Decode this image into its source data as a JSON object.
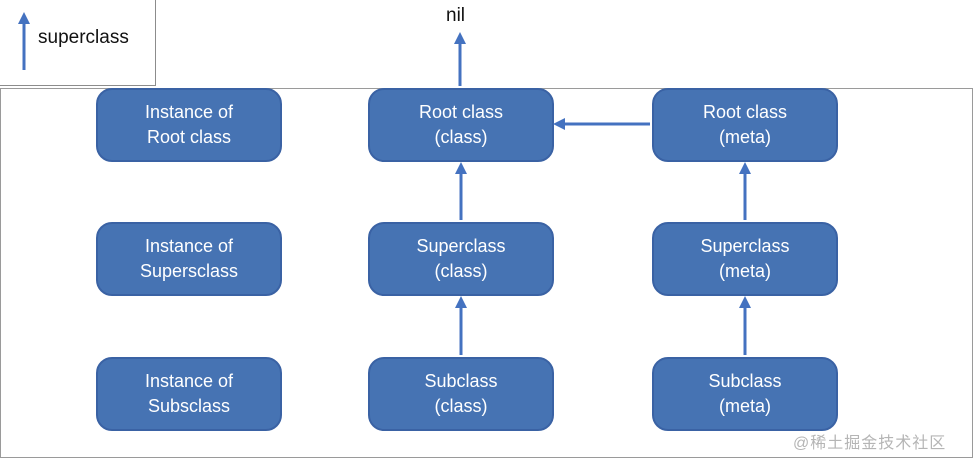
{
  "legend": {
    "label": "superclass"
  },
  "nil_label": "nil",
  "diagram": {
    "nodes": [
      {
        "id": "instance-root-class",
        "line1": "Instance of",
        "line2": "Root class"
      },
      {
        "id": "root-class",
        "line1": "Root class",
        "line2": "(class)"
      },
      {
        "id": "root-meta",
        "line1": "Root class",
        "line2": "(meta)"
      },
      {
        "id": "instance-supersclass",
        "line1": "Instance of",
        "line2": "Supersclass"
      },
      {
        "id": "superclass-class",
        "line1": "Superclass",
        "line2": "(class)"
      },
      {
        "id": "superclass-meta",
        "line1": "Superclass",
        "line2": "(meta)"
      },
      {
        "id": "instance-subsclass",
        "line1": "Instance of",
        "line2": "Subsclass"
      },
      {
        "id": "subclass-class",
        "line1": "Subclass",
        "line2": "(class)"
      },
      {
        "id": "subclass-meta",
        "line1": "Subclass",
        "line2": "(meta)"
      }
    ],
    "edges": [
      {
        "from": "root-class",
        "to": "nil",
        "direction": "up"
      },
      {
        "from": "superclass-class",
        "to": "root-class",
        "direction": "up"
      },
      {
        "from": "subclass-class",
        "to": "superclass-class",
        "direction": "up"
      },
      {
        "from": "root-meta",
        "to": "root-class",
        "direction": "left"
      },
      {
        "from": "superclass-meta",
        "to": "root-meta",
        "direction": "up"
      },
      {
        "from": "subclass-meta",
        "to": "superclass-meta",
        "direction": "up"
      }
    ]
  },
  "watermark": "@稀土掘金技术社区",
  "colors": {
    "node_fill": "#4673b3",
    "node_border": "#3a62a4",
    "arrow": "#4472c0",
    "frame_border": "#9a9a9a",
    "legend_border": "#8c8c8c",
    "watermark": "#b5b5b5",
    "node_text": "#ffffff",
    "label_text": "#111111"
  }
}
